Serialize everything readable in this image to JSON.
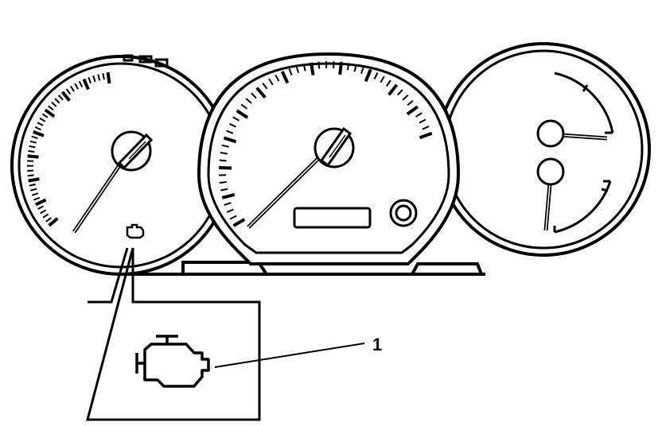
{
  "diagram": {
    "line_color": "#000000",
    "background": "#ffffff",
    "tachometer": {
      "needle_value": 0.0
    },
    "speedometer": {
      "needle_value": 0.0
    },
    "aux_gauges": {
      "upper_needle": "low",
      "lower_needle": "low"
    },
    "indicator": {
      "icon": "check-engine-icon",
      "callout": {
        "label": "1"
      }
    }
  }
}
